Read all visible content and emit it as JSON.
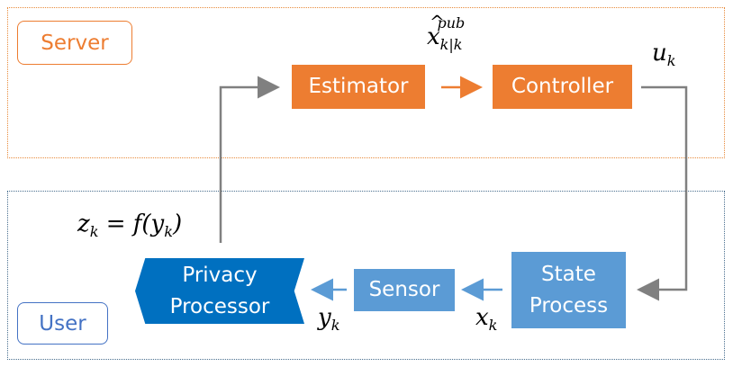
{
  "diagram": {
    "regions": {
      "server": {
        "label": "Server"
      },
      "user": {
        "label": "User"
      }
    },
    "blocks": {
      "estimator": "Estimator",
      "controller": "Controller",
      "state_process": "State\nProcess",
      "sensor": "Sensor",
      "privacy_processor": "Privacy\nProcessor"
    },
    "signals": {
      "x_hat_base": "x",
      "x_hat_sub": "k|k",
      "x_hat_sup": "pub",
      "u": "u",
      "u_sub": "k",
      "z_expr_lhs": "z",
      "z_sub": "k",
      "z_expr_rhs": " = f(y",
      "z_expr_rhs_sub": "k",
      "z_expr_close": ")",
      "y": "y",
      "y_sub": "k",
      "x": "x",
      "x_sub": "k"
    },
    "colors": {
      "server_accent": "#ed7d31",
      "user_accent": "#4472c4",
      "block_orange": "#ed7d31",
      "block_blue": "#5b9bd5",
      "block_dark_blue": "#0070c0",
      "arrow_gray": "#808080"
    }
  }
}
